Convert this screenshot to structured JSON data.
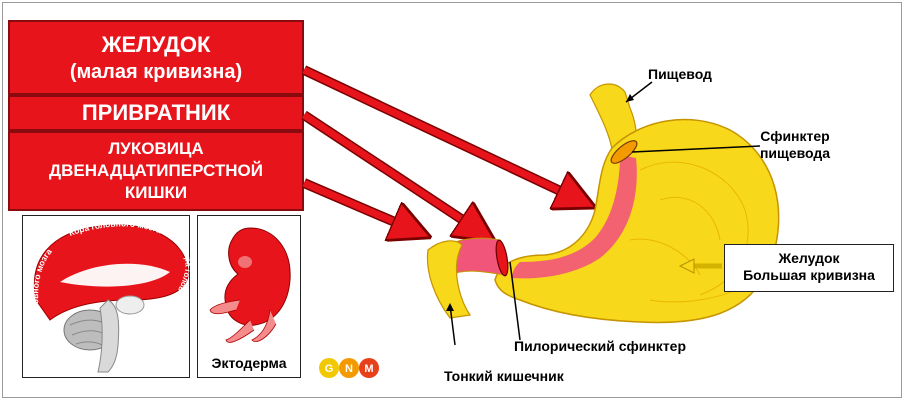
{
  "red_labels": {
    "stomach_title": "ЖЕЛУДОК",
    "stomach_subtitle": "(малая кривизна)",
    "pylorus": "ПРИВРАТНИК",
    "duodenum_line1": "ЛУКОВИЦА",
    "duodenum_line2": "ДВЕНАДЦАТИПЕРСТНОЙ",
    "duodenum_line3": "КИШКИ"
  },
  "brain_text": {
    "cortex1": "Кора головного мозга",
    "cortex2": "Кора головного мозга",
    "cortex3": "Кора головного мозга"
  },
  "ectoderm_label": "Эктодерма",
  "logo": [
    "G",
    "N",
    "M"
  ],
  "annotations": {
    "esophagus": "Пищевод",
    "esophageal_sphincter_line1": "Сфинктер",
    "esophageal_sphincter_line2": "пищевода",
    "greater_curvature_line1": "Желудок",
    "greater_curvature_line2": "Большая кривизна",
    "pyloric_sphincter": "Пилорический сфинктер",
    "small_intestine": "Тонкий кишечник"
  },
  "colors": {
    "red": "#e8141b",
    "stomach_yellow": "#f7d81a",
    "stomach_outline": "#d9a800",
    "lesser_curvature_pink": "#f2557a",
    "logo_yellow": "#f2c900",
    "logo_orange": "#f39a00",
    "logo_red": "#e8401b"
  }
}
